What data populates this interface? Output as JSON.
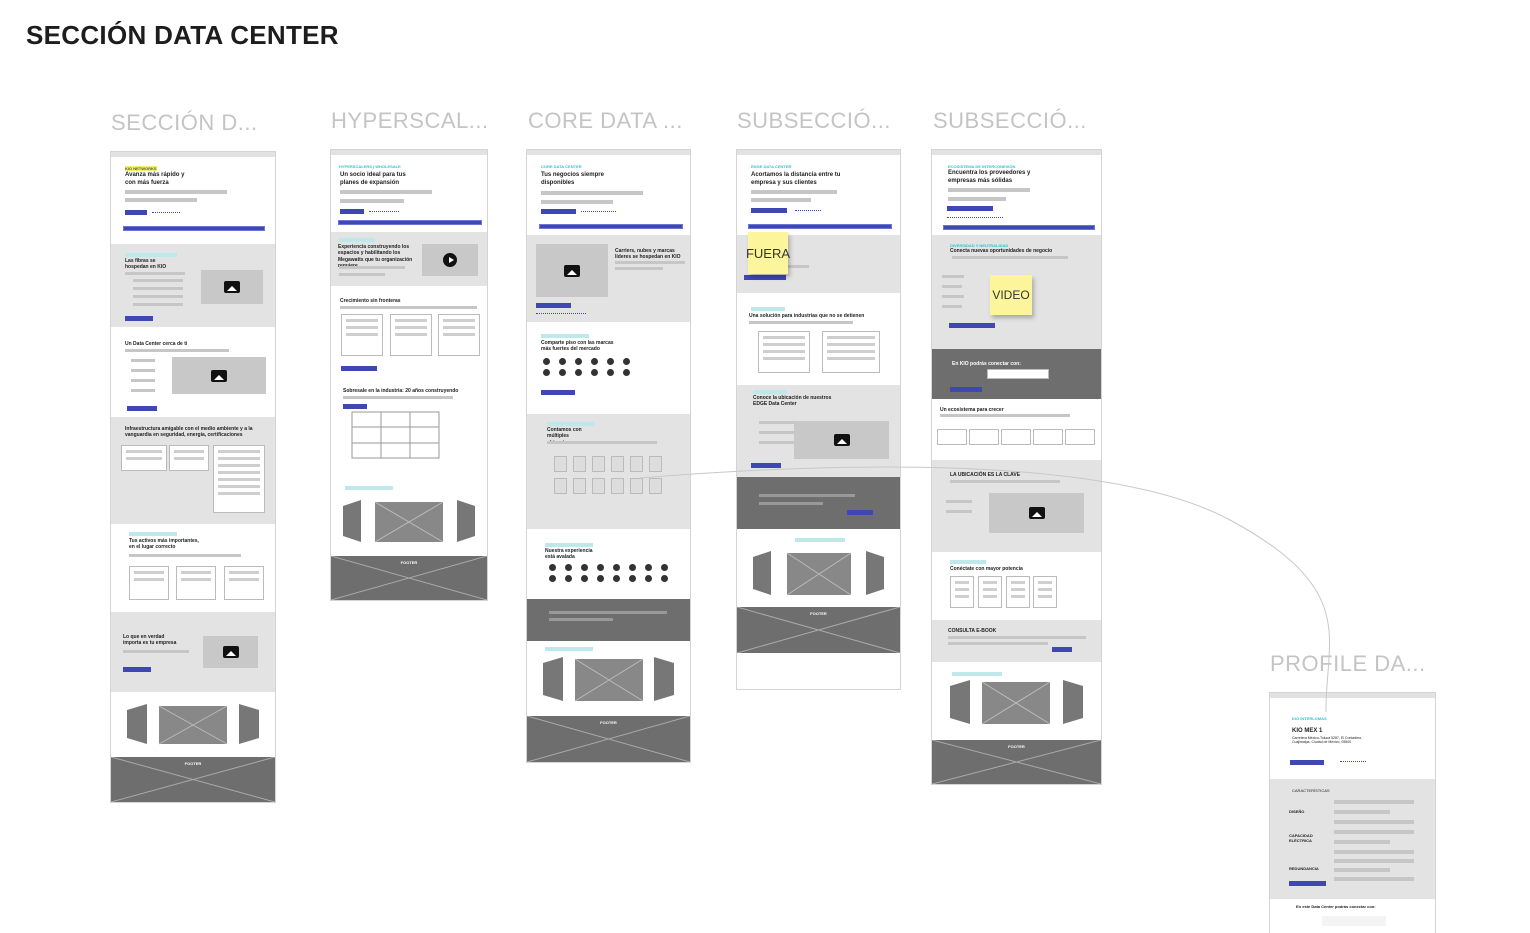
{
  "page_title": "SECCIÓN DATA CENTER",
  "frames": [
    {
      "label": "SECCIÓN D...",
      "tag": "KIO NETWORKS",
      "hero_title": "Avanza más rápido y con más fuerza",
      "s1": "Las fibras se hospedan en KIO",
      "s2": "Un Data Center cerca de ti",
      "s3": "Infraestructura amigable con el medio ambiente y a la vanguardia en seguridad, energía, certificaciones",
      "s4": "Tus activos más importantes, en el lugar correcto",
      "s5": "Lo que en verdad importa es tu empresa",
      "footer": "FOOTER"
    },
    {
      "label": "HYPERSCAL...",
      "tag": "HYPERSCALERS | WHOLESALE",
      "hero_title": "Un socio ideal para tus planes de expansión",
      "s1": "Experiencia construyendo los espacios y habilitando los Megawatts que tu organización requiere",
      "s2": "Crecimiento sin fronteras",
      "s3": "Sobresale en la industria: 20 años construyendo",
      "footer": "FOOTER"
    },
    {
      "label": "CORE DATA ...",
      "tag": "CORE DATA CENTER",
      "hero_title": "Tus negocios siempre disponibles",
      "s1": "Carriers, nubes y marcas líderes se hospedan en KIO",
      "s2": "Comparte piso con las marcas más fuertes del mercado",
      "s3": "Contamos con múltiples ubicaciones",
      "s4": "Nuestra experiencia está avalada",
      "footer": "FOOTER"
    },
    {
      "label": "SUBSECCIÓ...",
      "tag": "EDGE DATA CENTER",
      "hero_title": "Acortamos la distancia entre tu empresa y sus clientes",
      "sticky": "FUERA",
      "s1": "Una solución para industrias que no se detienen",
      "s2": "Conoce la ubicación de nuestros EDGE Data Center",
      "footer": "FOOTER"
    },
    {
      "label": "SUBSECCIÓ...",
      "tag": "ECOSISTEMA DE INTERCONEXIÓN",
      "hero_title": "Encuentra los proveedores y empresas más sólidas",
      "s1_tag": "DIVERSIDAD Y NEUTRALIDAD",
      "s1": "Conecta nuevas oportunidades de negocio",
      "sticky": "VIDEO",
      "s2": "En KIO podrás conectar con:",
      "s3": "Un ecosistema para crecer",
      "s4": "LA UBICACIÓN ES LA CLAVE",
      "s5": "Conéctate con mayor potencia",
      "s6": "CONSULTA E-BOOK",
      "footer": "FOOTER"
    },
    {
      "label": "PROFILE DA...",
      "tag": "KIO INTERLOMAS",
      "hero_title": "KIO MEX 1",
      "address": "Carretera México-Toluca 5287, El Contadero, Cuajimalpa, Ciudad de México, 05500",
      "features_title": "CARACTERÍSTICAS",
      "features": [
        "DISEÑO",
        "CAPACIDAD ELÉCTRICA",
        "REDUNDANCIA"
      ],
      "connect": "En este Data Center podrás conectar con:"
    }
  ],
  "colors": {
    "accent": "#3e47b2",
    "tag": "#2bc4d0",
    "sticky": "#fdf59c",
    "section_gray": "#e3e3e3",
    "footer": "#6e6e6e"
  }
}
